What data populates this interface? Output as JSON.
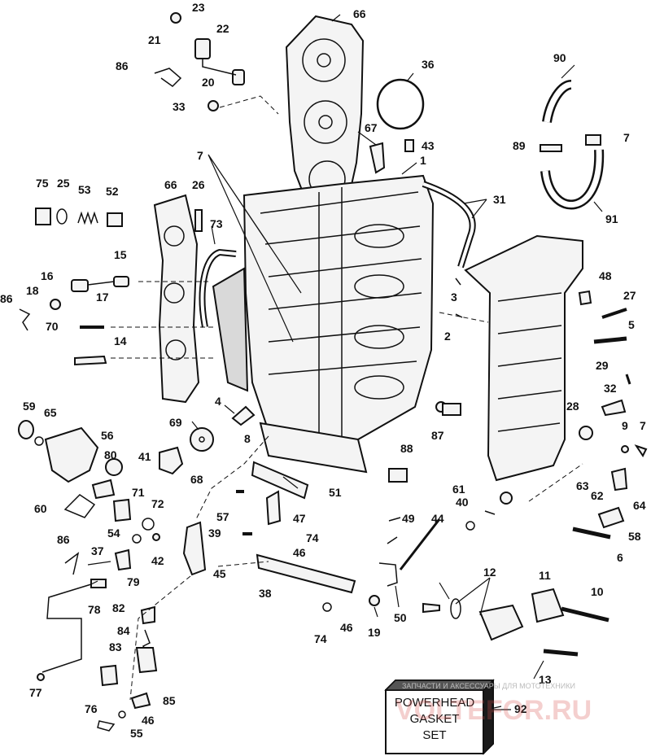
{
  "callouts": {
    "c1": "1",
    "c2": "2",
    "c3": "3",
    "c4": "4",
    "c5": "5",
    "c6": "6",
    "c7": "7",
    "c8": "8",
    "c9": "9",
    "c10": "10",
    "c11": "11",
    "c12": "12",
    "c13": "13",
    "c14": "14",
    "c15": "15",
    "c16": "16",
    "c17": "17",
    "c18": "18",
    "c19": "19",
    "c20": "20",
    "c21": "21",
    "c22": "22",
    "c23": "23",
    "c25": "25",
    "c26": "26",
    "c27": "27",
    "c28": "28",
    "c29": "29",
    "c31": "31",
    "c32": "32",
    "c33": "33",
    "c36": "36",
    "c37": "37",
    "c38": "38",
    "c39": "39",
    "c40": "40",
    "c41": "41",
    "c42": "42",
    "c43": "43",
    "c44": "44",
    "c45": "45",
    "c46": "46",
    "c47": "47",
    "c48": "48",
    "c49": "49",
    "c50": "50",
    "c51": "51",
    "c52": "52",
    "c53": "53",
    "c54": "54",
    "c55": "55",
    "c56": "56",
    "c57": "57",
    "c58": "58",
    "c59": "59",
    "c60": "60",
    "c61": "61",
    "c62": "62",
    "c63": "63",
    "c64": "64",
    "c65": "65",
    "c66": "66",
    "c67": "67",
    "c68": "68",
    "c69": "69",
    "c70": "70",
    "c71": "71",
    "c72": "72",
    "c73": "73",
    "c74": "74",
    "c75": "75",
    "c76": "76",
    "c77": "77",
    "c78": "78",
    "c79": "79",
    "c80": "80",
    "c82": "82",
    "c83": "83",
    "c84": "84",
    "c85": "85",
    "c86": "86",
    "c87": "87",
    "c88": "88",
    "c89": "89",
    "c90": "90",
    "c91": "91",
    "c92": "92"
  },
  "kit_box": {
    "line1": "POWERHEAD",
    "line2": "GASKET",
    "line3": "SET"
  },
  "watermark": {
    "caption": "ЗАПЧАСТИ И АКСЕССУАРЫ ДЛЯ МОТОТЕХНИКИ",
    "site": "VOLTEFOR.RU"
  }
}
